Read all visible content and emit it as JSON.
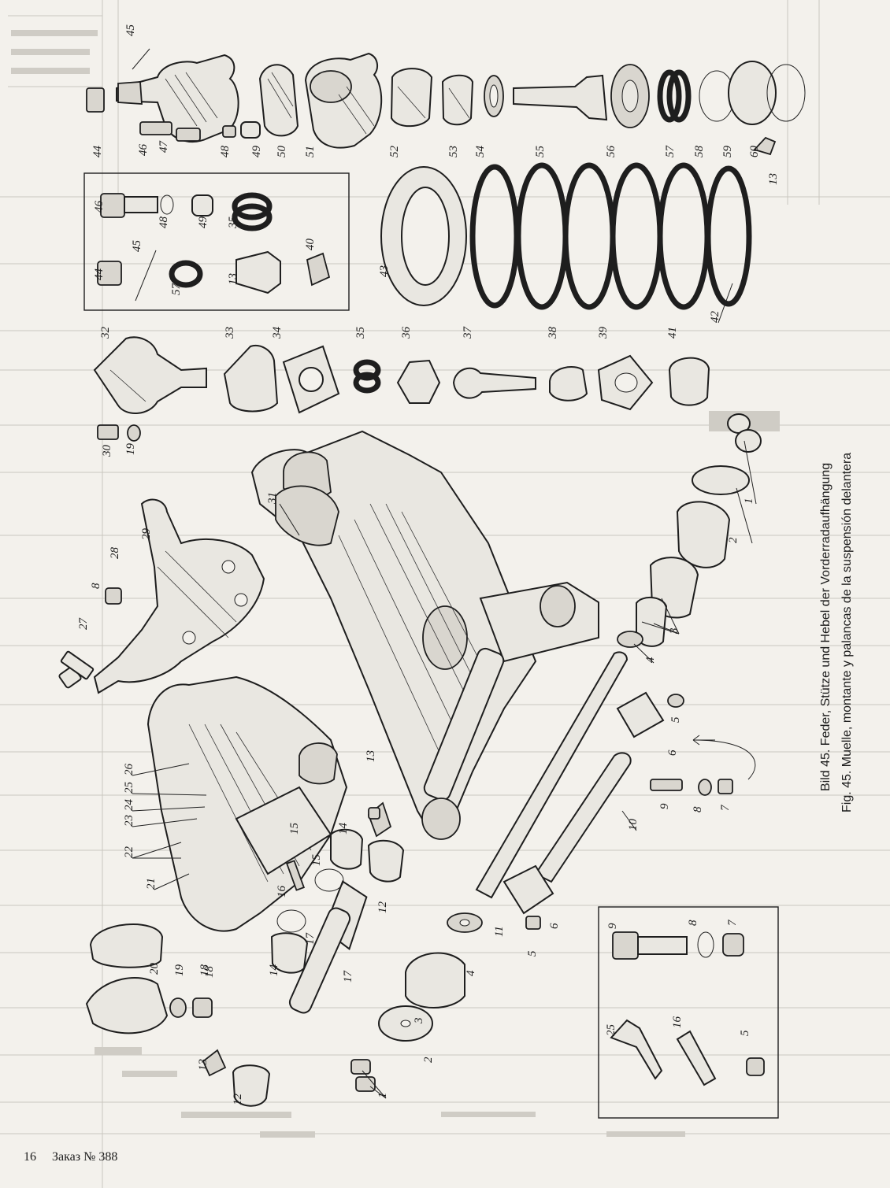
{
  "captions": {
    "german": "Bild 45. Feder, Stütze und Hebel der Vorderradaufhängung",
    "spanish": "Fig. 45. Muelle, montante y palancas de la suspensión delantera"
  },
  "footer": {
    "page_number": "16",
    "order": "Заказ № 388"
  },
  "callouts": [
    "1",
    "2",
    "3",
    "4",
    "5",
    "6",
    "7",
    "8",
    "9",
    "10",
    "11",
    "12",
    "13",
    "14",
    "15",
    "16",
    "17",
    "18",
    "19",
    "20",
    "21",
    "22",
    "23",
    "24",
    "25",
    "26",
    "27",
    "28",
    "29",
    "30",
    "31",
    "32",
    "33",
    "34",
    "35",
    "36",
    "37",
    "38",
    "39",
    "40",
    "41",
    "42",
    "43",
    "44",
    "45",
    "46",
    "47",
    "48",
    "49",
    "50",
    "51",
    "52",
    "53",
    "54",
    "55",
    "56",
    "57",
    "58",
    "59",
    "60"
  ]
}
